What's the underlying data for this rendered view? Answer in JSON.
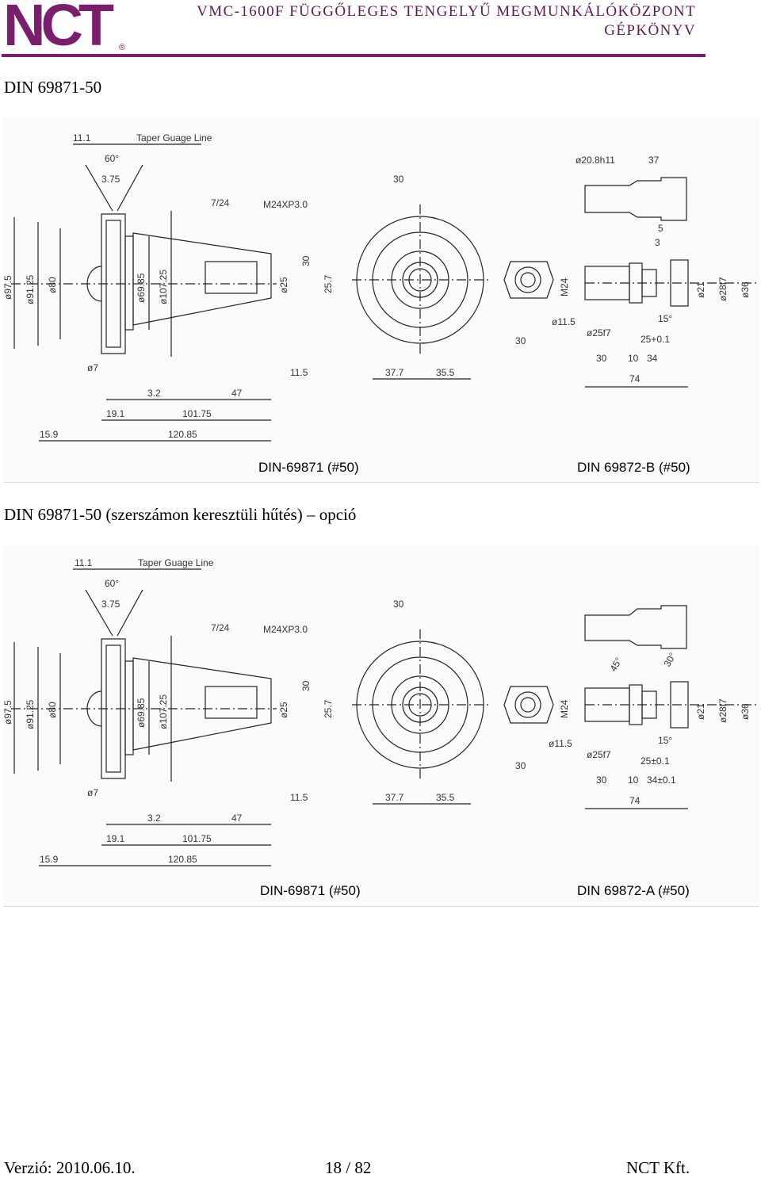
{
  "header": {
    "logo_text": "NCT",
    "logo_reg": "®",
    "title_line1": "VMC-1600F FÜGGŐLEGES TENGELYŰ MEGMUNKÁLÓKÖZPONT",
    "title_line2": "GÉPKÖNYV"
  },
  "sections": [
    {
      "caption": "DIN 69871-50",
      "drawing": {
        "left_label": "DIN-69871 (#50)",
        "right_label": "DIN 69872-B (#50)",
        "dims": [
          "11.1",
          "Taper Guage Line",
          "60°",
          "3.75",
          "7/24",
          "M24XP3.0",
          "30",
          "ø97.5",
          "ø91.25",
          "ø80",
          "ø69.85",
          "ø107.25",
          "ø25",
          "30",
          "25.7",
          "ø20.8h11",
          "37",
          "5",
          "3",
          "M24",
          "ø21",
          "ø28f7",
          "ø36",
          "ø11.5",
          "ø25f7",
          "15°",
          "25+0.1",
          "30",
          "10",
          "34",
          "74",
          "ø7",
          "3.2",
          "47",
          "11.5",
          "37.7",
          "35.5",
          "19.1",
          "101.75",
          "15.9",
          "120.85",
          "30"
        ]
      }
    },
    {
      "caption": "DIN 69871-50 (szerszámon keresztüli hűtés) – opció",
      "drawing": {
        "left_label": "DIN-69871 (#50)",
        "right_label": "DIN 69872-A (#50)",
        "dims": [
          "11.1",
          "Taper Guage Line",
          "60°",
          "3.75",
          "7/24",
          "M24XP3.0",
          "30",
          "ø97.5",
          "ø91.25",
          "ø80",
          "ø69.85",
          "ø107.25",
          "ø25",
          "30",
          "25.7",
          "45°",
          "30°",
          "M24",
          "ø21",
          "ø28f7",
          "ø36",
          "ø11.5",
          "ø25f7",
          "15°",
          "25±0.1",
          "30",
          "10",
          "34±0.1",
          "74",
          "ø7",
          "3.2",
          "47",
          "11.5",
          "37.7",
          "35.5",
          "19.1",
          "101.75",
          "15.9",
          "120.85",
          "30"
        ]
      }
    }
  ],
  "footer": {
    "version": "Verzió: 2010.06.10.",
    "page": "18 / 82",
    "company": "NCT Kft."
  }
}
